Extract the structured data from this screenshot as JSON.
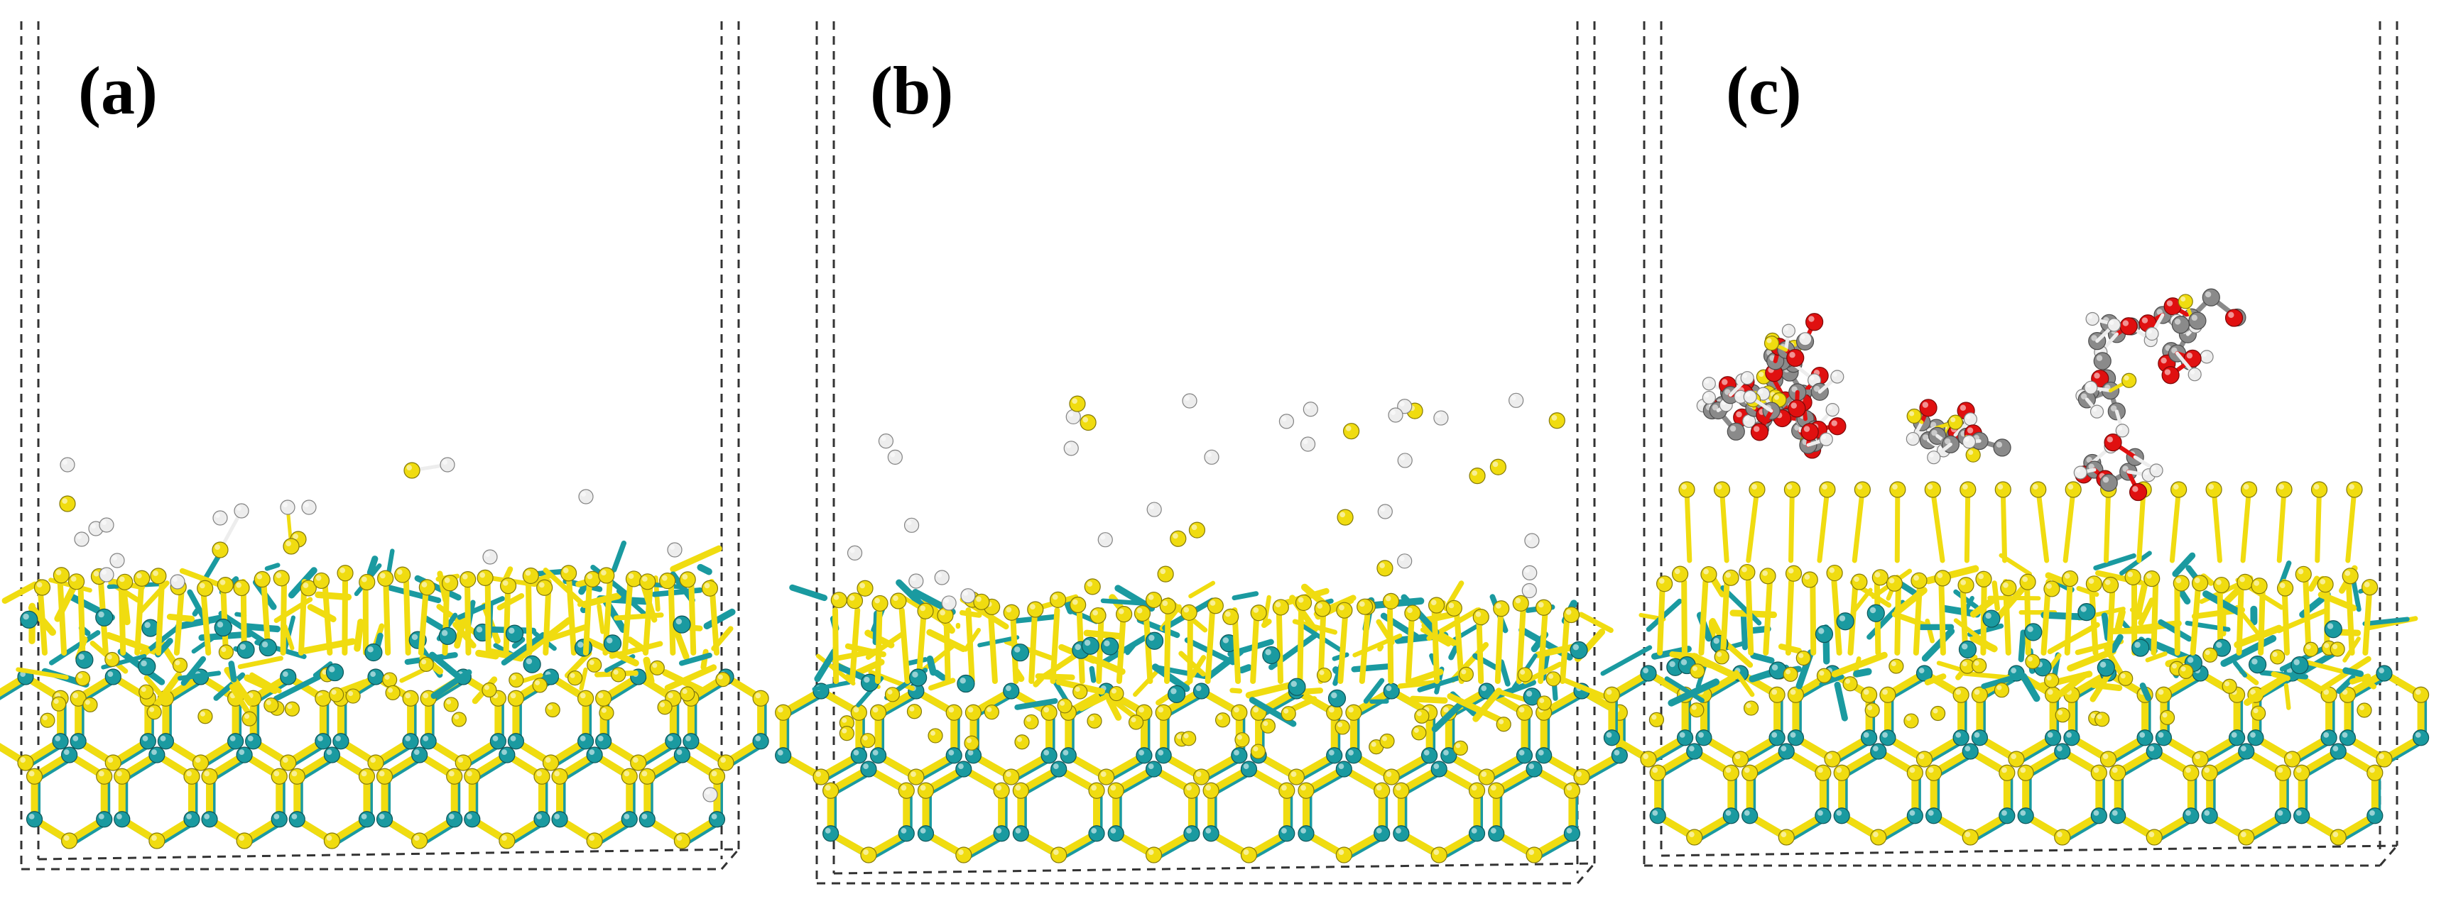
{
  "panels": [
    {
      "id": "a",
      "label": "(a)",
      "adsorbates": [
        "hydrogen",
        "sulfur"
      ],
      "organic": false
    },
    {
      "id": "b",
      "label": "(b)",
      "adsorbates": [
        "hydrogen",
        "sulfur"
      ],
      "organic": false
    },
    {
      "id": "c",
      "label": "(c)",
      "adsorbates": [
        "carbon",
        "oxygen",
        "hydrogen",
        "sulfur"
      ],
      "organic": true
    }
  ],
  "colors": {
    "metal": "#1a9aa0",
    "sulfur": "#f0dc10",
    "hydrogen": "#ededed",
    "carbon": "#8a8a8a",
    "oxygen": "#e01010",
    "cell_border": "#333333",
    "background": "#ffffff"
  }
}
